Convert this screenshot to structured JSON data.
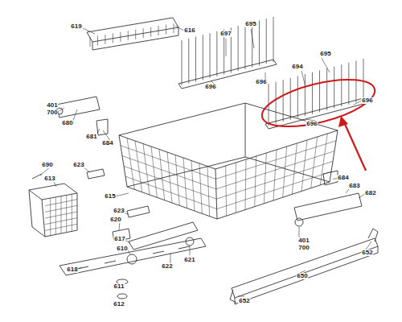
{
  "diagram": {
    "labels": [
      "619",
      "616",
      "697",
      "695",
      "695",
      "694",
      "696",
      "696",
      "696",
      "696",
      "401",
      "700",
      "680",
      "681",
      "684",
      "690",
      "623",
      "613",
      "684",
      "683",
      "682",
      "615",
      "623",
      "620",
      "617",
      "610",
      "621",
      "618",
      "622",
      "401",
      "700",
      "652",
      "650",
      "611",
      "612",
      "652"
    ]
  }
}
